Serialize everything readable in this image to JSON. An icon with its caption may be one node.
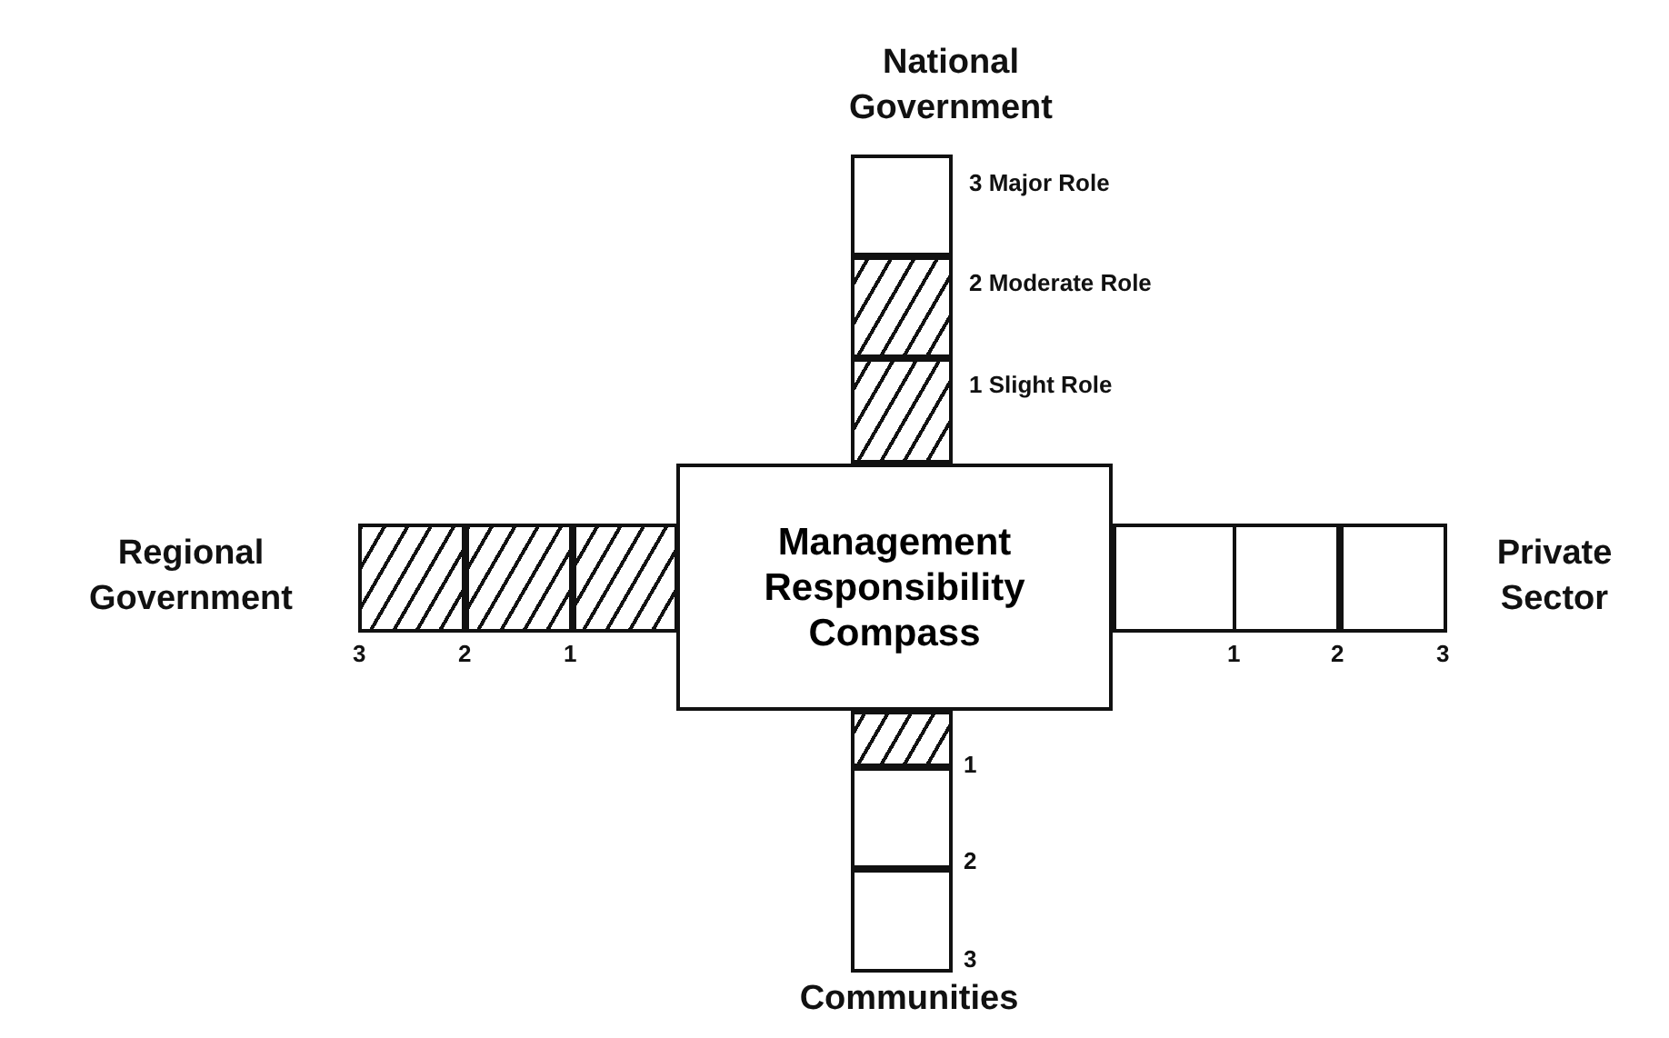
{
  "diagram": {
    "nodes": [
      {
        "text": [],
        "shape": "box"
      },
      {
        "text": [],
        "shape": "box"
      },
      {
        "text": [],
        "shape": "box"
      },
      {
        "text": [],
        "shape": "box"
      },
      {
        "text": [],
        "shape": "box"
      },
      {
        "text": [],
        "shape": "box"
      },
      {
        "text": [
          "Management Responsibility Compass"
        ]
      },
      {
        "text": [],
        "shape": "box"
      },
      {
        "text": [],
        "shape": "box"
      },
      {
        "text": [],
        "shape": "box"
      },
      {
        "text": [],
        "shape": "box"
      },
      {
        "text": [],
        "shape": "box"
      },
      {
        "text": [],
        "shape": "box"
      }
    ],
    "labels": [
      "National Government",
      "3 Major Role",
      "2 Moderate Role",
      "1 Slight Role",
      "Regional Government",
      "Private Sector",
      "3",
      "2",
      "1",
      "1",
      "2",
      "3",
      "1",
      "2",
      "3",
      "Communities"
    ]
  }
}
